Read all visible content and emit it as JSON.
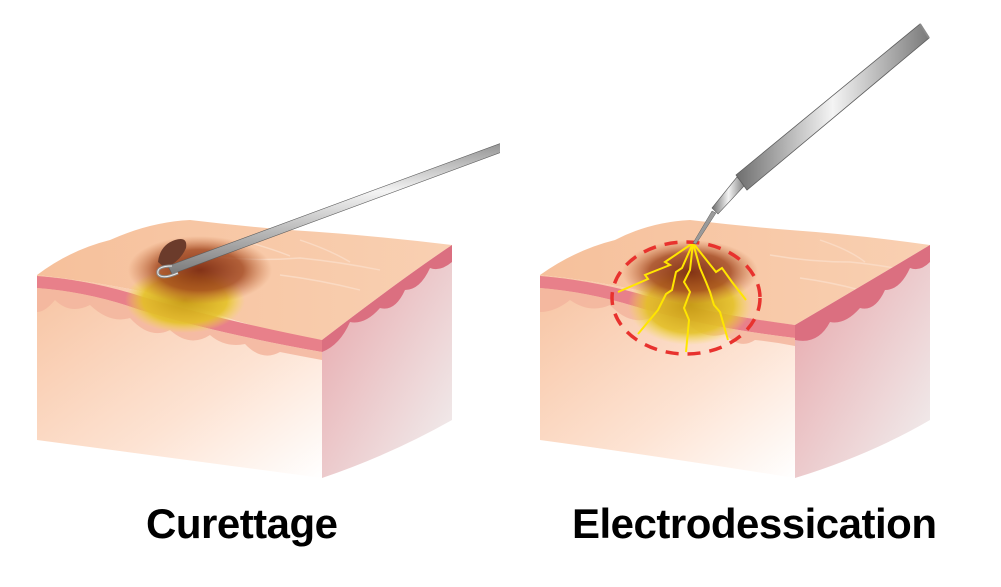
{
  "diagram": {
    "panels": [
      {
        "id": "curettage",
        "caption": "Curettage",
        "instrument": "curette",
        "elements": [
          "skin-block",
          "pigmented-lesion",
          "scraped-tissue-flake",
          "curette-instrument"
        ]
      },
      {
        "id": "electrodessication",
        "caption": "Electrodessication",
        "instrument": "electrode-needle",
        "elements": [
          "skin-block",
          "pigmented-lesion",
          "lightning-bolts",
          "dashed-treatment-boundary",
          "electrode-instrument"
        ]
      }
    ],
    "colors": {
      "skin_top": "#f7c6a4",
      "skin_front": "#f9d3bb",
      "epidermis_band": "#e8808a",
      "side_face": "#e9a3a8",
      "lesion_brown": "#8b3a1a",
      "lesion_yellow": "#e6c322",
      "boundary_red": "#e8322e",
      "bolt_yellow": "#ffe600",
      "instrument_steel": "#b8b8b8",
      "caption_text": "#000000"
    }
  }
}
